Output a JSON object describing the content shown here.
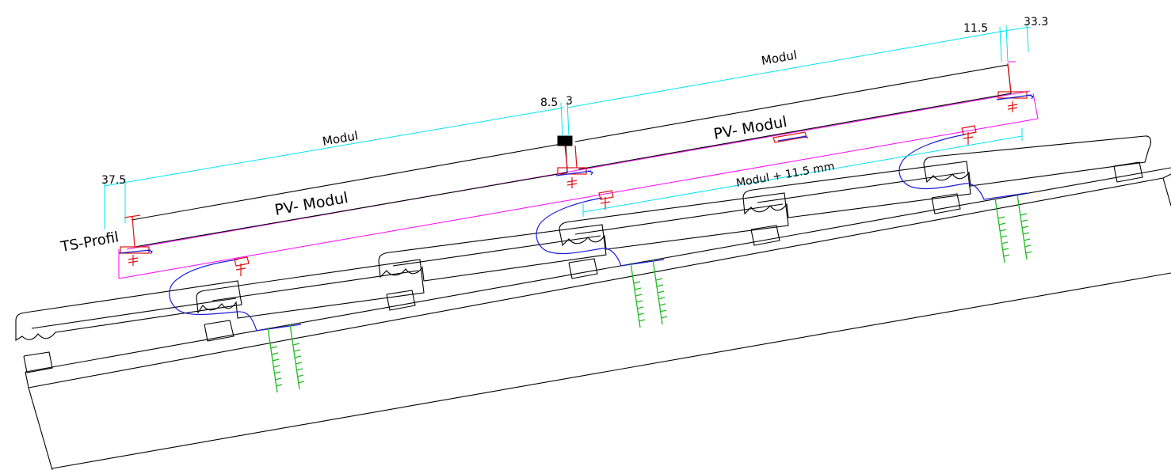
{
  "labels": {
    "modul_top_right": "Modul",
    "modul_top_left": "Modul",
    "pv_modul_left": "PV- Modul",
    "pv_modul_right": "PV- Modul",
    "modul_plus": "Modul  +  11.5  mm",
    "ts_profil": "TS-Profil"
  },
  "dimensions": {
    "d_37_5": "37.5",
    "d_8_5": "8.5",
    "d_3": "3",
    "d_11_5": "11.5",
    "d_33_3": "33.3"
  },
  "colors": {
    "dimension": "#00e5ee",
    "module_frame": "#ff00ff",
    "roof_lines": "#000000",
    "roof_hook": "#1a1adb",
    "clamp": "#e01010",
    "screw": "#22bb22"
  }
}
